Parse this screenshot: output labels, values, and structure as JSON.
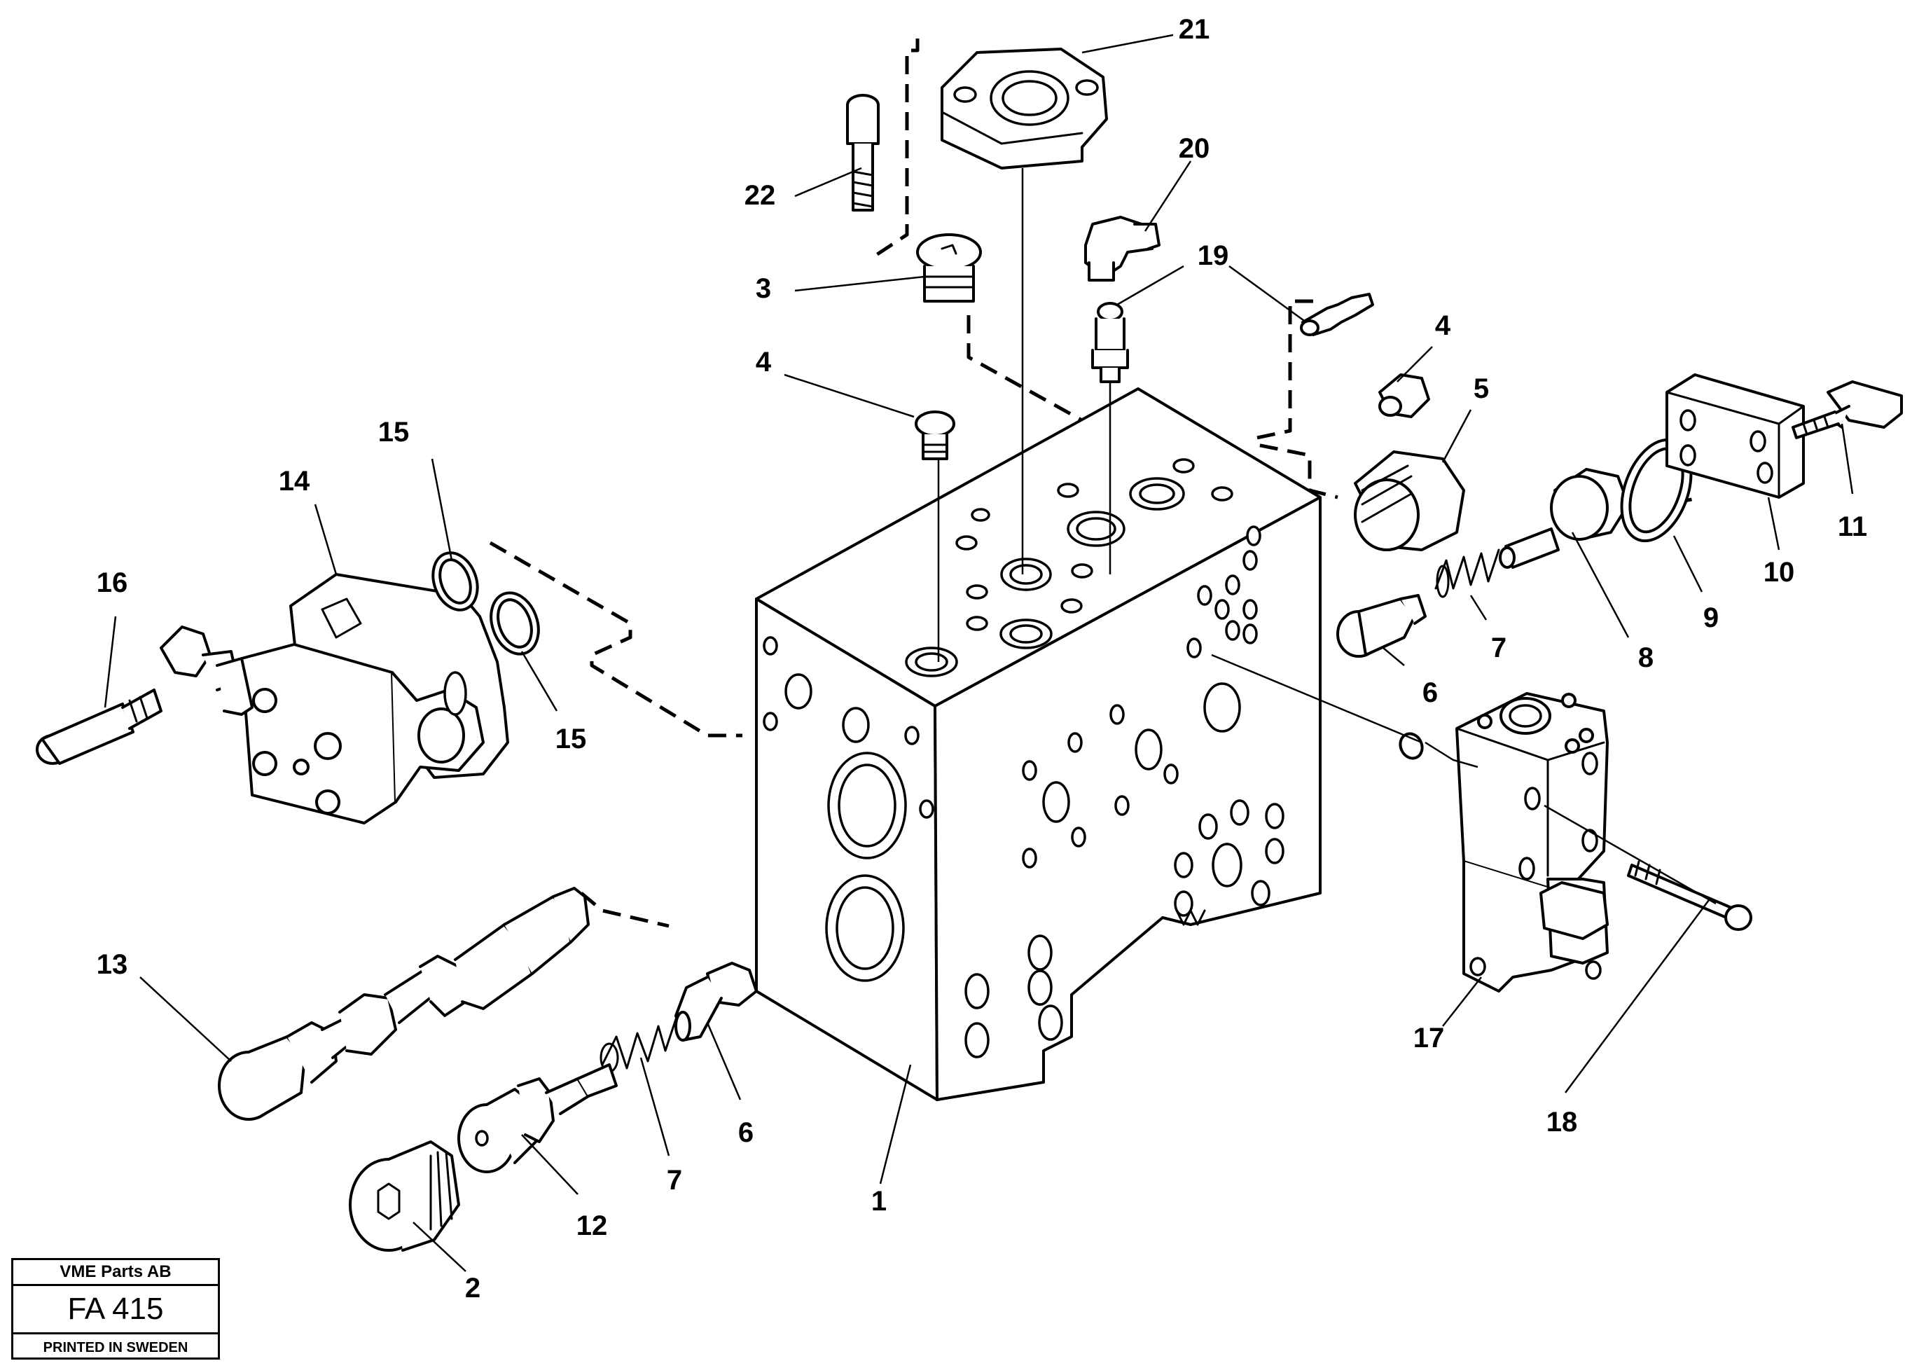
{
  "title_block": {
    "company": "VME Parts AB",
    "figure_id": "FA 415",
    "printed": "PRINTED IN SWEDEN"
  },
  "callouts": [
    "21",
    "22",
    "20",
    "3",
    "19",
    "4",
    "4",
    "5",
    "15",
    "14",
    "16",
    "11",
    "7",
    "9",
    "10",
    "8",
    "15",
    "6",
    "13",
    "17",
    "18",
    "6",
    "7",
    "12",
    "1",
    "2"
  ]
}
